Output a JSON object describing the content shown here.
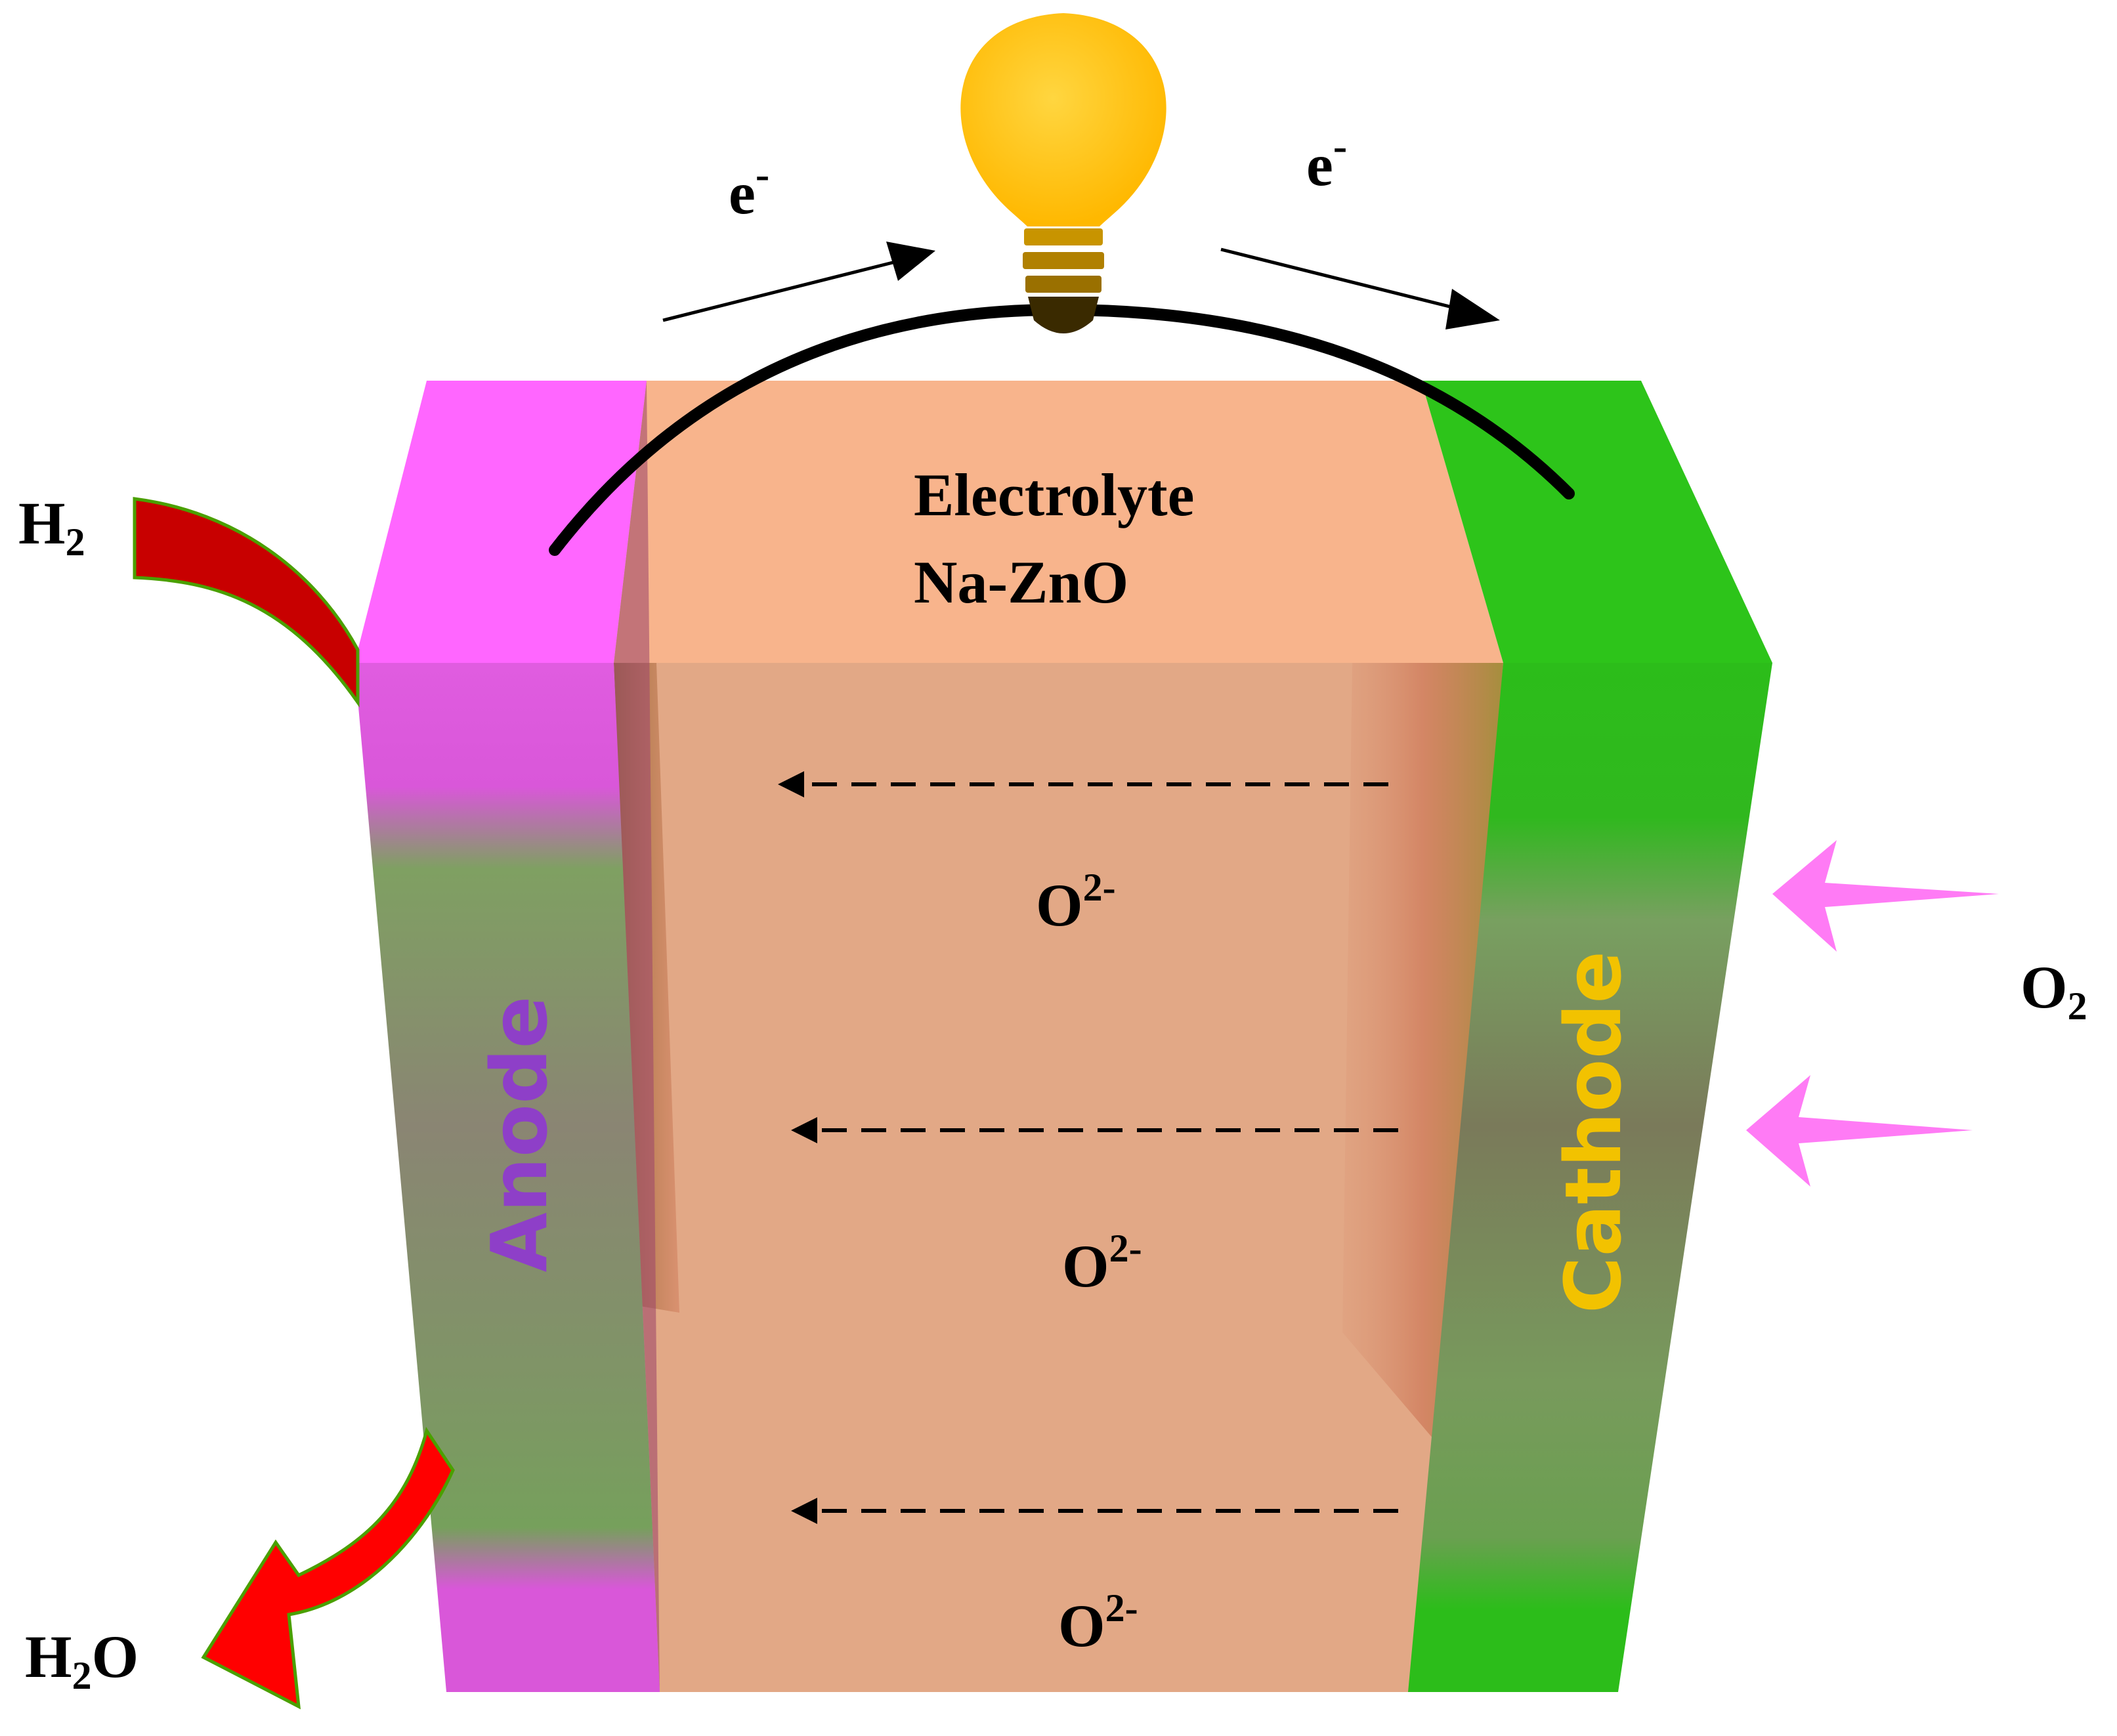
{
  "labels": {
    "electron_left": "e",
    "electron_right": "e",
    "electron_charge": "-",
    "electrolyte_title": "Electrolyte",
    "electrolyte_material": "Na-ZnO",
    "anode": "Anode",
    "cathode": "Cathode",
    "h2_main": "H",
    "h2_sub": "2",
    "h2o_h": "H",
    "h2o_sub": "2",
    "h2o_o": "O",
    "o2_main": "O",
    "o2_sub": "2",
    "oxide_ion": "O",
    "oxide_charge": "2-"
  },
  "colors": {
    "anode": "#d957d9",
    "anode_top": "#ff66ff",
    "anode_mid": "#8a8a72",
    "cathode": "#2cbd1a",
    "cathode_mid": "#7a7a5a",
    "electrolyte": "#e2a886",
    "electrolyte_top": "#f8b48c",
    "anode_label": "#8e3fc8",
    "cathode_label": "#f2c200",
    "h2_arrow": "#cc0000",
    "h2o_arrow": "#ff0000",
    "o2_arrow": "#ff7bf5",
    "bulb": "#ffc000",
    "bulb_base": "#7a5600",
    "wire": "#000000"
  }
}
